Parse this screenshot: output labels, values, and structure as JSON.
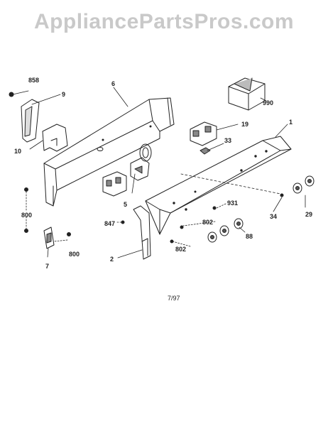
{
  "watermark": "AppliancePartsPros.com",
  "date_code": "7/97",
  "parts": {
    "p858": "858",
    "p9": "9",
    "p6": "6",
    "p990": "990",
    "p19": "19",
    "p1": "1",
    "p10": "10",
    "p33": "33",
    "p800a": "800",
    "p800b": "800",
    "p5": "5",
    "p931": "931",
    "p847": "847",
    "p802a": "802",
    "p34": "34",
    "p29": "29",
    "p88": "88",
    "p7": "7",
    "p802b": "802",
    "p2": "2"
  }
}
